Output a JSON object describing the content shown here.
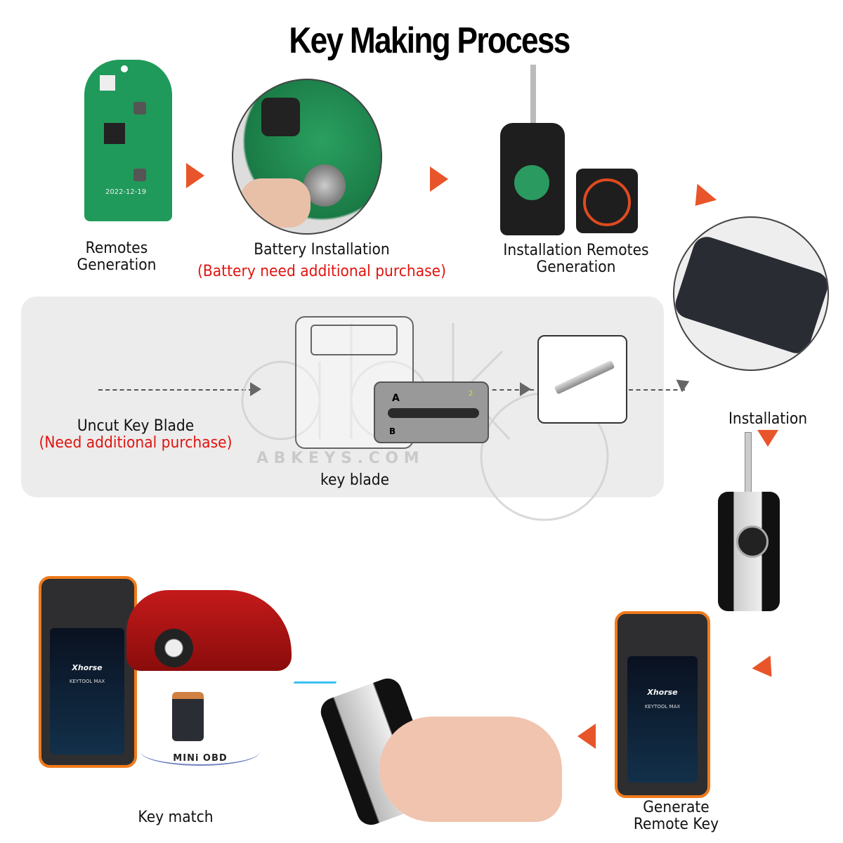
{
  "title": "Key Making Process",
  "steps": {
    "remotes_generation": "Remotes\nGeneration",
    "battery_installation": "Battery Installation",
    "battery_note": "(Battery need additional purchase)",
    "installation_remotes_generation": "Installation Remotes\nGeneration",
    "uncut_key_blade": "Uncut Key  Blade",
    "uncut_note": "(Need additional purchase)",
    "key_blade": "key blade",
    "installation": "Installation",
    "generate_remote_key": "Generate\nRemote Key",
    "key_match": "Key match"
  },
  "images": {
    "pcb_date": "2022-12-19",
    "blade_chart": {
      "row_a": "A",
      "row_b": "B",
      "last_digit": "2"
    },
    "device_brand": "Xhorse",
    "device_model": "KEYTOOL MAX",
    "mini_obd": "MINi OBD"
  },
  "watermark": {
    "logo": "abk",
    "site": "A B K E Y S . C O M"
  },
  "colors": {
    "accent": "#e8552a",
    "note_red": "#e0140f",
    "panel": "#ececec",
    "pcb_green": "#1f9a5a",
    "device_orange": "#f07a1c"
  }
}
